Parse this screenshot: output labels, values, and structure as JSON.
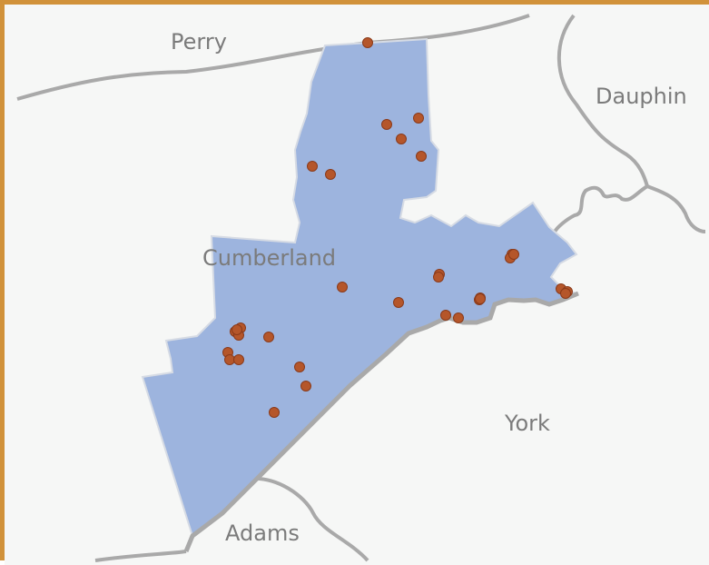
{
  "map": {
    "frame_color": "#d1923a",
    "background_color": "#f6f7f6",
    "county_fill": "#9db4de",
    "county_border_color": "#d6dbe4",
    "boundary_color": "#a9a9a9",
    "label_color": "#7b7b7b",
    "highlight_label_color": "#7b7b7b",
    "point_fill": "#b5562a",
    "point_stroke": "#8a3a1a",
    "labels": {
      "perry": "Perry",
      "dauphin": "Dauphin",
      "cumberland": "Cumberland",
      "york": "York",
      "adams": "Adams"
    },
    "locations": [
      {
        "id": "loc-1"
      },
      {
        "id": "loc-2"
      },
      {
        "id": "loc-3"
      },
      {
        "id": "loc-4"
      },
      {
        "id": "loc-5"
      },
      {
        "id": "loc-6"
      },
      {
        "id": "loc-7"
      },
      {
        "id": "loc-8"
      },
      {
        "id": "loc-9"
      },
      {
        "id": "loc-10"
      },
      {
        "id": "loc-11"
      },
      {
        "id": "loc-12"
      },
      {
        "id": "loc-13"
      },
      {
        "id": "loc-14"
      },
      {
        "id": "loc-15"
      },
      {
        "id": "loc-16"
      },
      {
        "id": "loc-17"
      },
      {
        "id": "loc-18"
      },
      {
        "id": "loc-19"
      },
      {
        "id": "loc-20"
      },
      {
        "id": "loc-21"
      },
      {
        "id": "loc-22"
      },
      {
        "id": "loc-23"
      },
      {
        "id": "loc-24"
      },
      {
        "id": "loc-25"
      },
      {
        "id": "loc-26"
      },
      {
        "id": "loc-27"
      },
      {
        "id": "loc-28"
      },
      {
        "id": "loc-29"
      },
      {
        "id": "loc-30"
      },
      {
        "id": "loc-31"
      },
      {
        "id": "loc-32"
      },
      {
        "id": "loc-33"
      }
    ]
  }
}
